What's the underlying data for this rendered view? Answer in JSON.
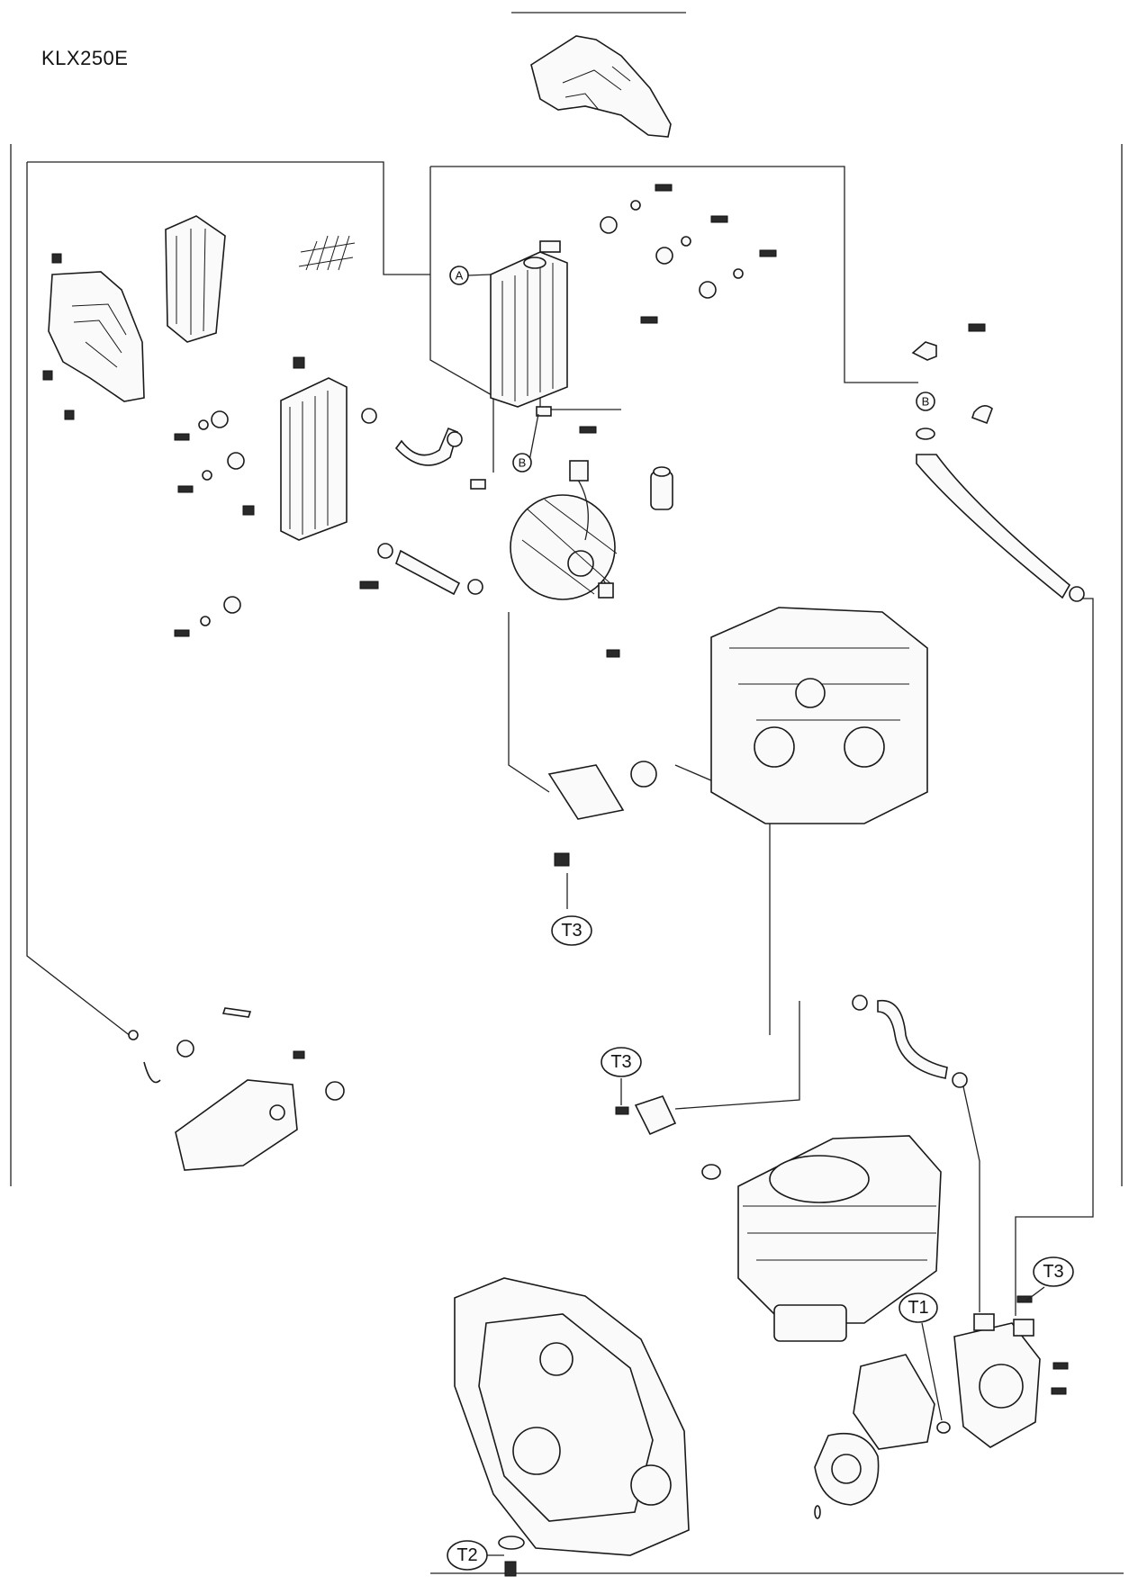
{
  "header": {
    "model": "KLX250E"
  },
  "callouts": {
    "a": "A",
    "b_left": "B",
    "b_right": "B",
    "t3_thermostat": "T3",
    "t3_cylinder": "T3",
    "t3_pump": "T3",
    "t1": "T1",
    "t2": "T2"
  }
}
